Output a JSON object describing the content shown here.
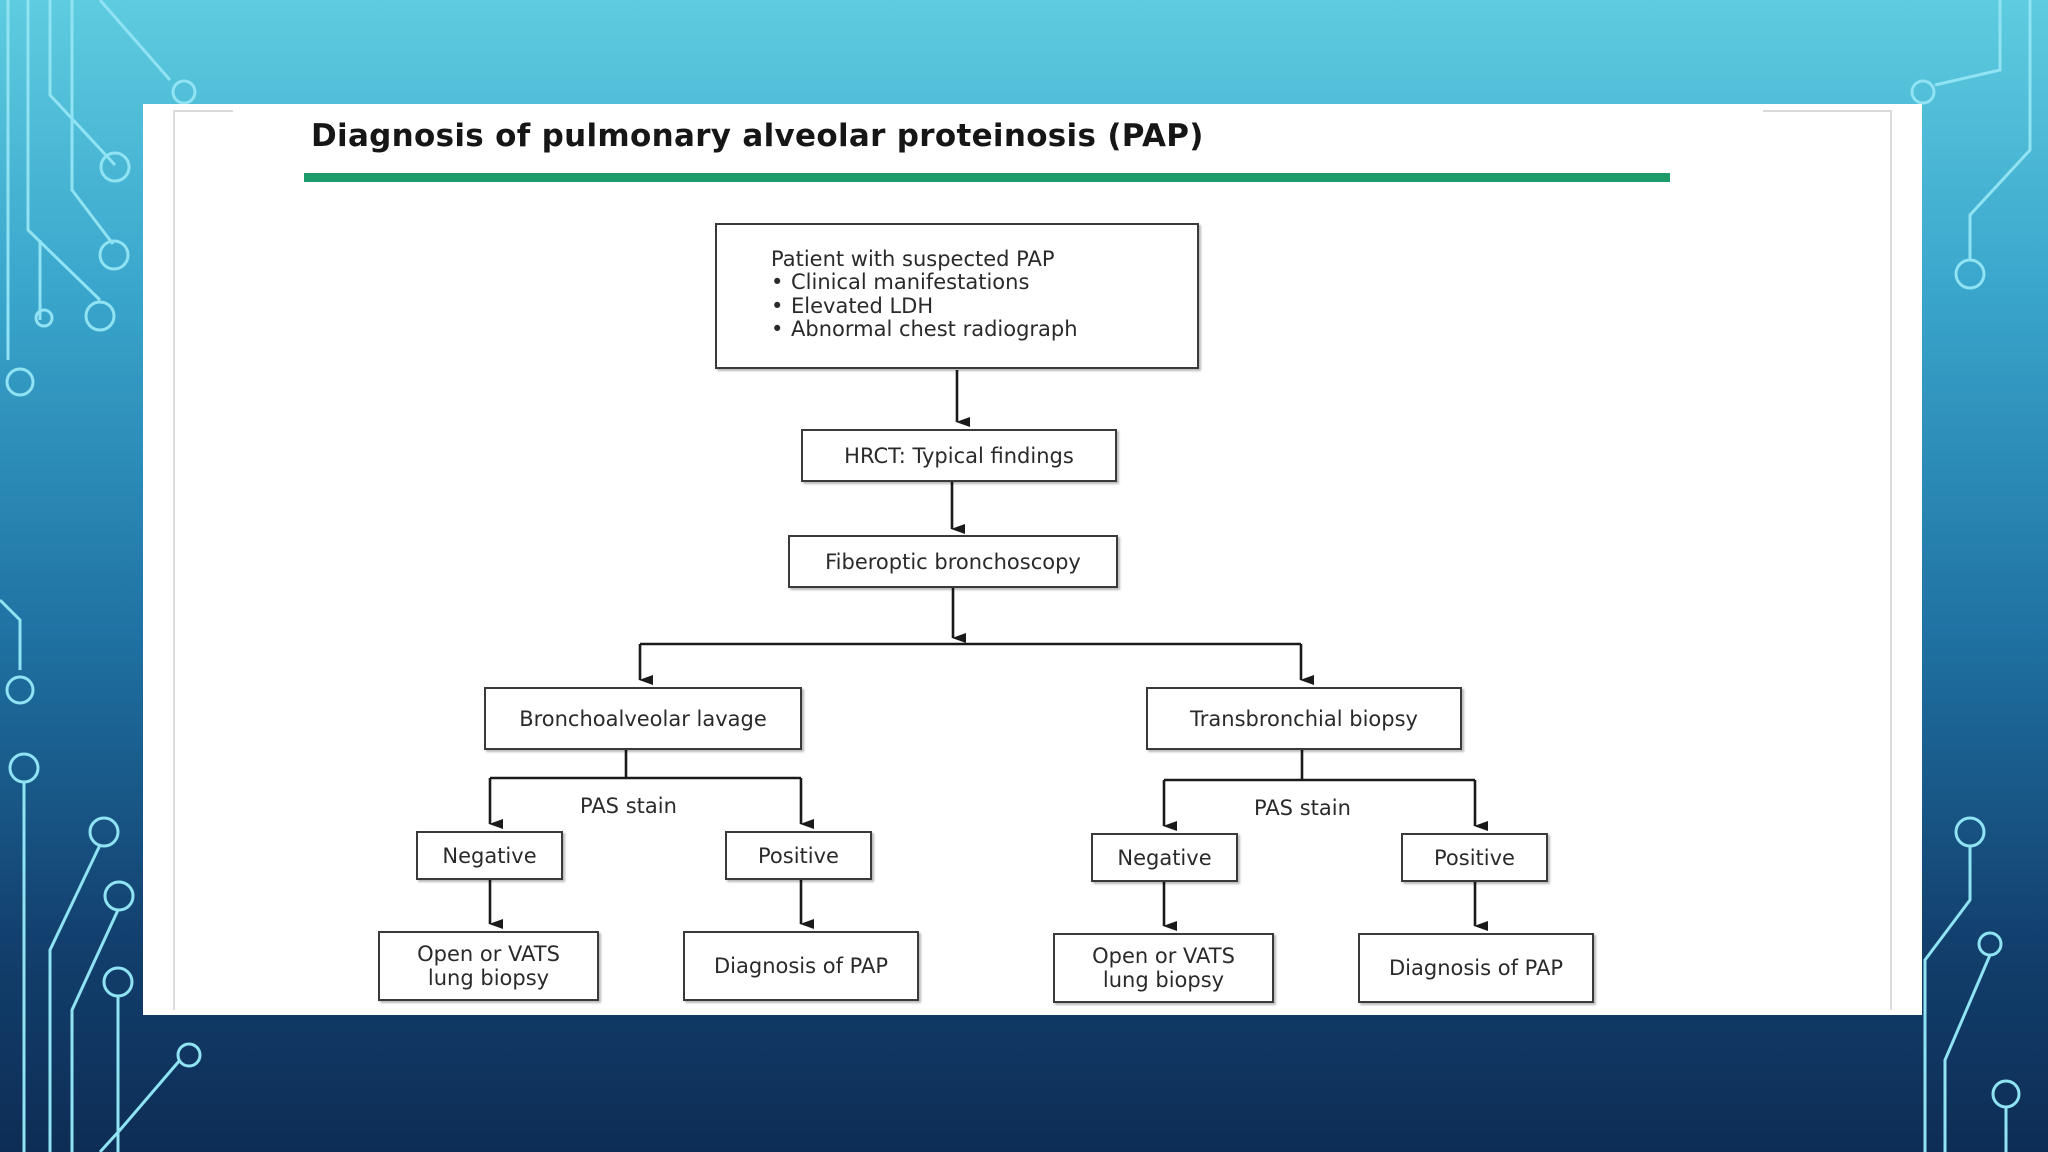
{
  "title": "Diagnosis of pulmonary alveolar proteinosis (PAP)",
  "colors": {
    "title_rule": "#1f9a6a",
    "background_top": "#5fcce0",
    "background_bottom": "#0d2d55",
    "circuit_lines": "#8fe3f3"
  },
  "nodes": {
    "patient": {
      "lead": "Patient with suspected PAP",
      "items": [
        "Clinical manifestations",
        "Elevated LDH",
        "Abnormal chest radiograph"
      ]
    },
    "hrct": "HRCT: Typical findings",
    "bronchoscopy": "Fiberoptic bronchoscopy",
    "bal": "Bronchoalveolar lavage",
    "tbb": "Transbronchial biopsy",
    "left": {
      "stain_label": "PAS stain",
      "negative": "Negative",
      "positive": "Positive",
      "negative_outcome": "Open or VATS\nlung biopsy",
      "positive_outcome": "Diagnosis of PAP"
    },
    "right": {
      "stain_label": "PAS stain",
      "negative": "Negative",
      "positive": "Positive",
      "negative_outcome": "Open or VATS\nlung biopsy",
      "positive_outcome": "Diagnosis of PAP"
    }
  }
}
